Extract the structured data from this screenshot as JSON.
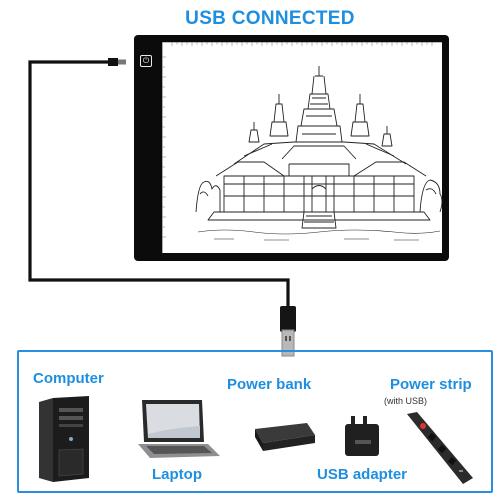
{
  "header": {
    "title": "USB CONNECTED"
  },
  "pad": {
    "power_icon": "power-button-icon"
  },
  "devices": {
    "computer": "Computer",
    "laptop": "Laptop",
    "power_bank": "Power bank",
    "usb_adapter": "USB adapter",
    "power_strip": "Power strip",
    "power_strip_note": "(with USB)"
  },
  "colors": {
    "accent": "#1e8fe0",
    "pad": "#0b0b0b"
  }
}
